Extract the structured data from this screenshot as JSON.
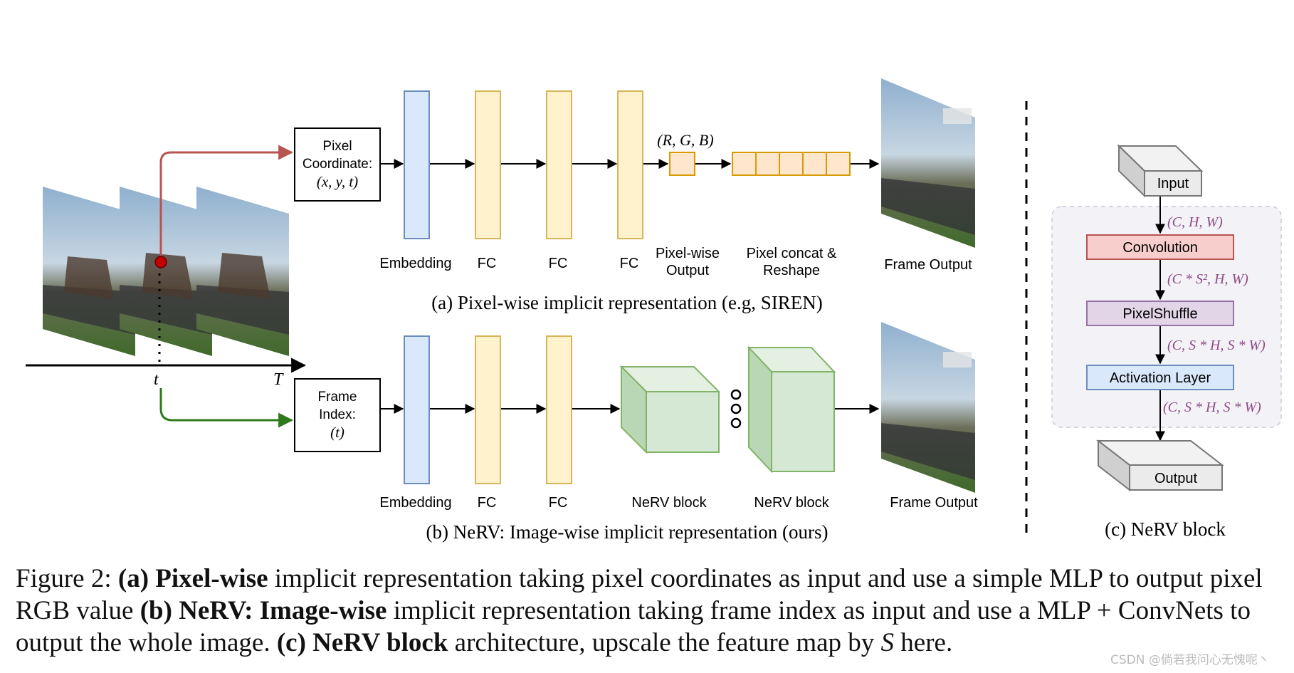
{
  "panel_a": {
    "input_box": {
      "line1": "Pixel",
      "line2": "Coordinate:",
      "line3": "(x, y, t)"
    },
    "layers": [
      "Embedding",
      "FC",
      "FC",
      "FC"
    ],
    "rgb_label": "(R, G, B)",
    "pixel_output_line1": "Pixel-wise",
    "pixel_output_line2": "Output",
    "concat_line1": "Pixel concat &",
    "concat_line2": "Reshape",
    "frame_output": "Frame Output",
    "caption": "(a) Pixel-wise implicit representation (e.g, SIREN)"
  },
  "timeline": {
    "t_label": "t",
    "T_label": "T"
  },
  "panel_b": {
    "input_box": {
      "line1": "Frame",
      "line2": "Index:",
      "line3": "(t)"
    },
    "layers": [
      "Embedding",
      "FC",
      "FC"
    ],
    "nerv_block_1": "NeRV block",
    "nerv_block_2": "NeRV block",
    "frame_output": "Frame Output",
    "caption": "(b) NeRV: Image-wise implicit representation (ours)"
  },
  "panel_c": {
    "input": "Input",
    "dim_1": "(C, H, W)",
    "convolution": "Convolution",
    "dim_2": "(C * S², H, W)",
    "pixelshuffle": "PixelShuffle",
    "dim_3": "(C, S * H, S * W)",
    "activation": "Activation Layer",
    "dim_4": "(C, S * H, S * W)",
    "output": "Output",
    "caption": "(c) NeRV block"
  },
  "figure_caption": {
    "prefix": "Figure 2: ",
    "a_tag": "(a) ",
    "a_bold": "Pixel-wise",
    "a_text": " implicit representation taking pixel coordinates as input and use a simple MLP to output pixel RGB value ",
    "b_tag": "(b) ",
    "b_bold": "NeRV: Image-wise",
    "b_text": " implicit representation taking frame index as input and use a MLP + ConvNets to output the whole image. ",
    "c_tag": "(c) ",
    "c_bold": "NeRV block",
    "c_text": " architecture, upscale the feature map by ",
    "c_var": "S",
    "c_end": " here."
  },
  "watermark": "CSDN @倘若我问心无愧呢丶",
  "colors": {
    "embedding_fill": "#dae8fc",
    "embedding_stroke": "#6c8ebf",
    "fc_fill": "#fff2cc",
    "fc_stroke": "#d6b656",
    "rgb_fill": "#ffe6cc",
    "rgb_stroke": "#d79b00",
    "nerv_fill": "#d5e8d4",
    "nerv_stroke": "#82b366",
    "conv_fill": "#f8cecc",
    "conv_stroke": "#b85450",
    "shuffle_fill": "#e1d5e7",
    "shuffle_stroke": "#9673a6",
    "red_arrow": "#b85450",
    "green_arrow": "#2d7a1a",
    "dim_text": "#8e4b85"
  }
}
